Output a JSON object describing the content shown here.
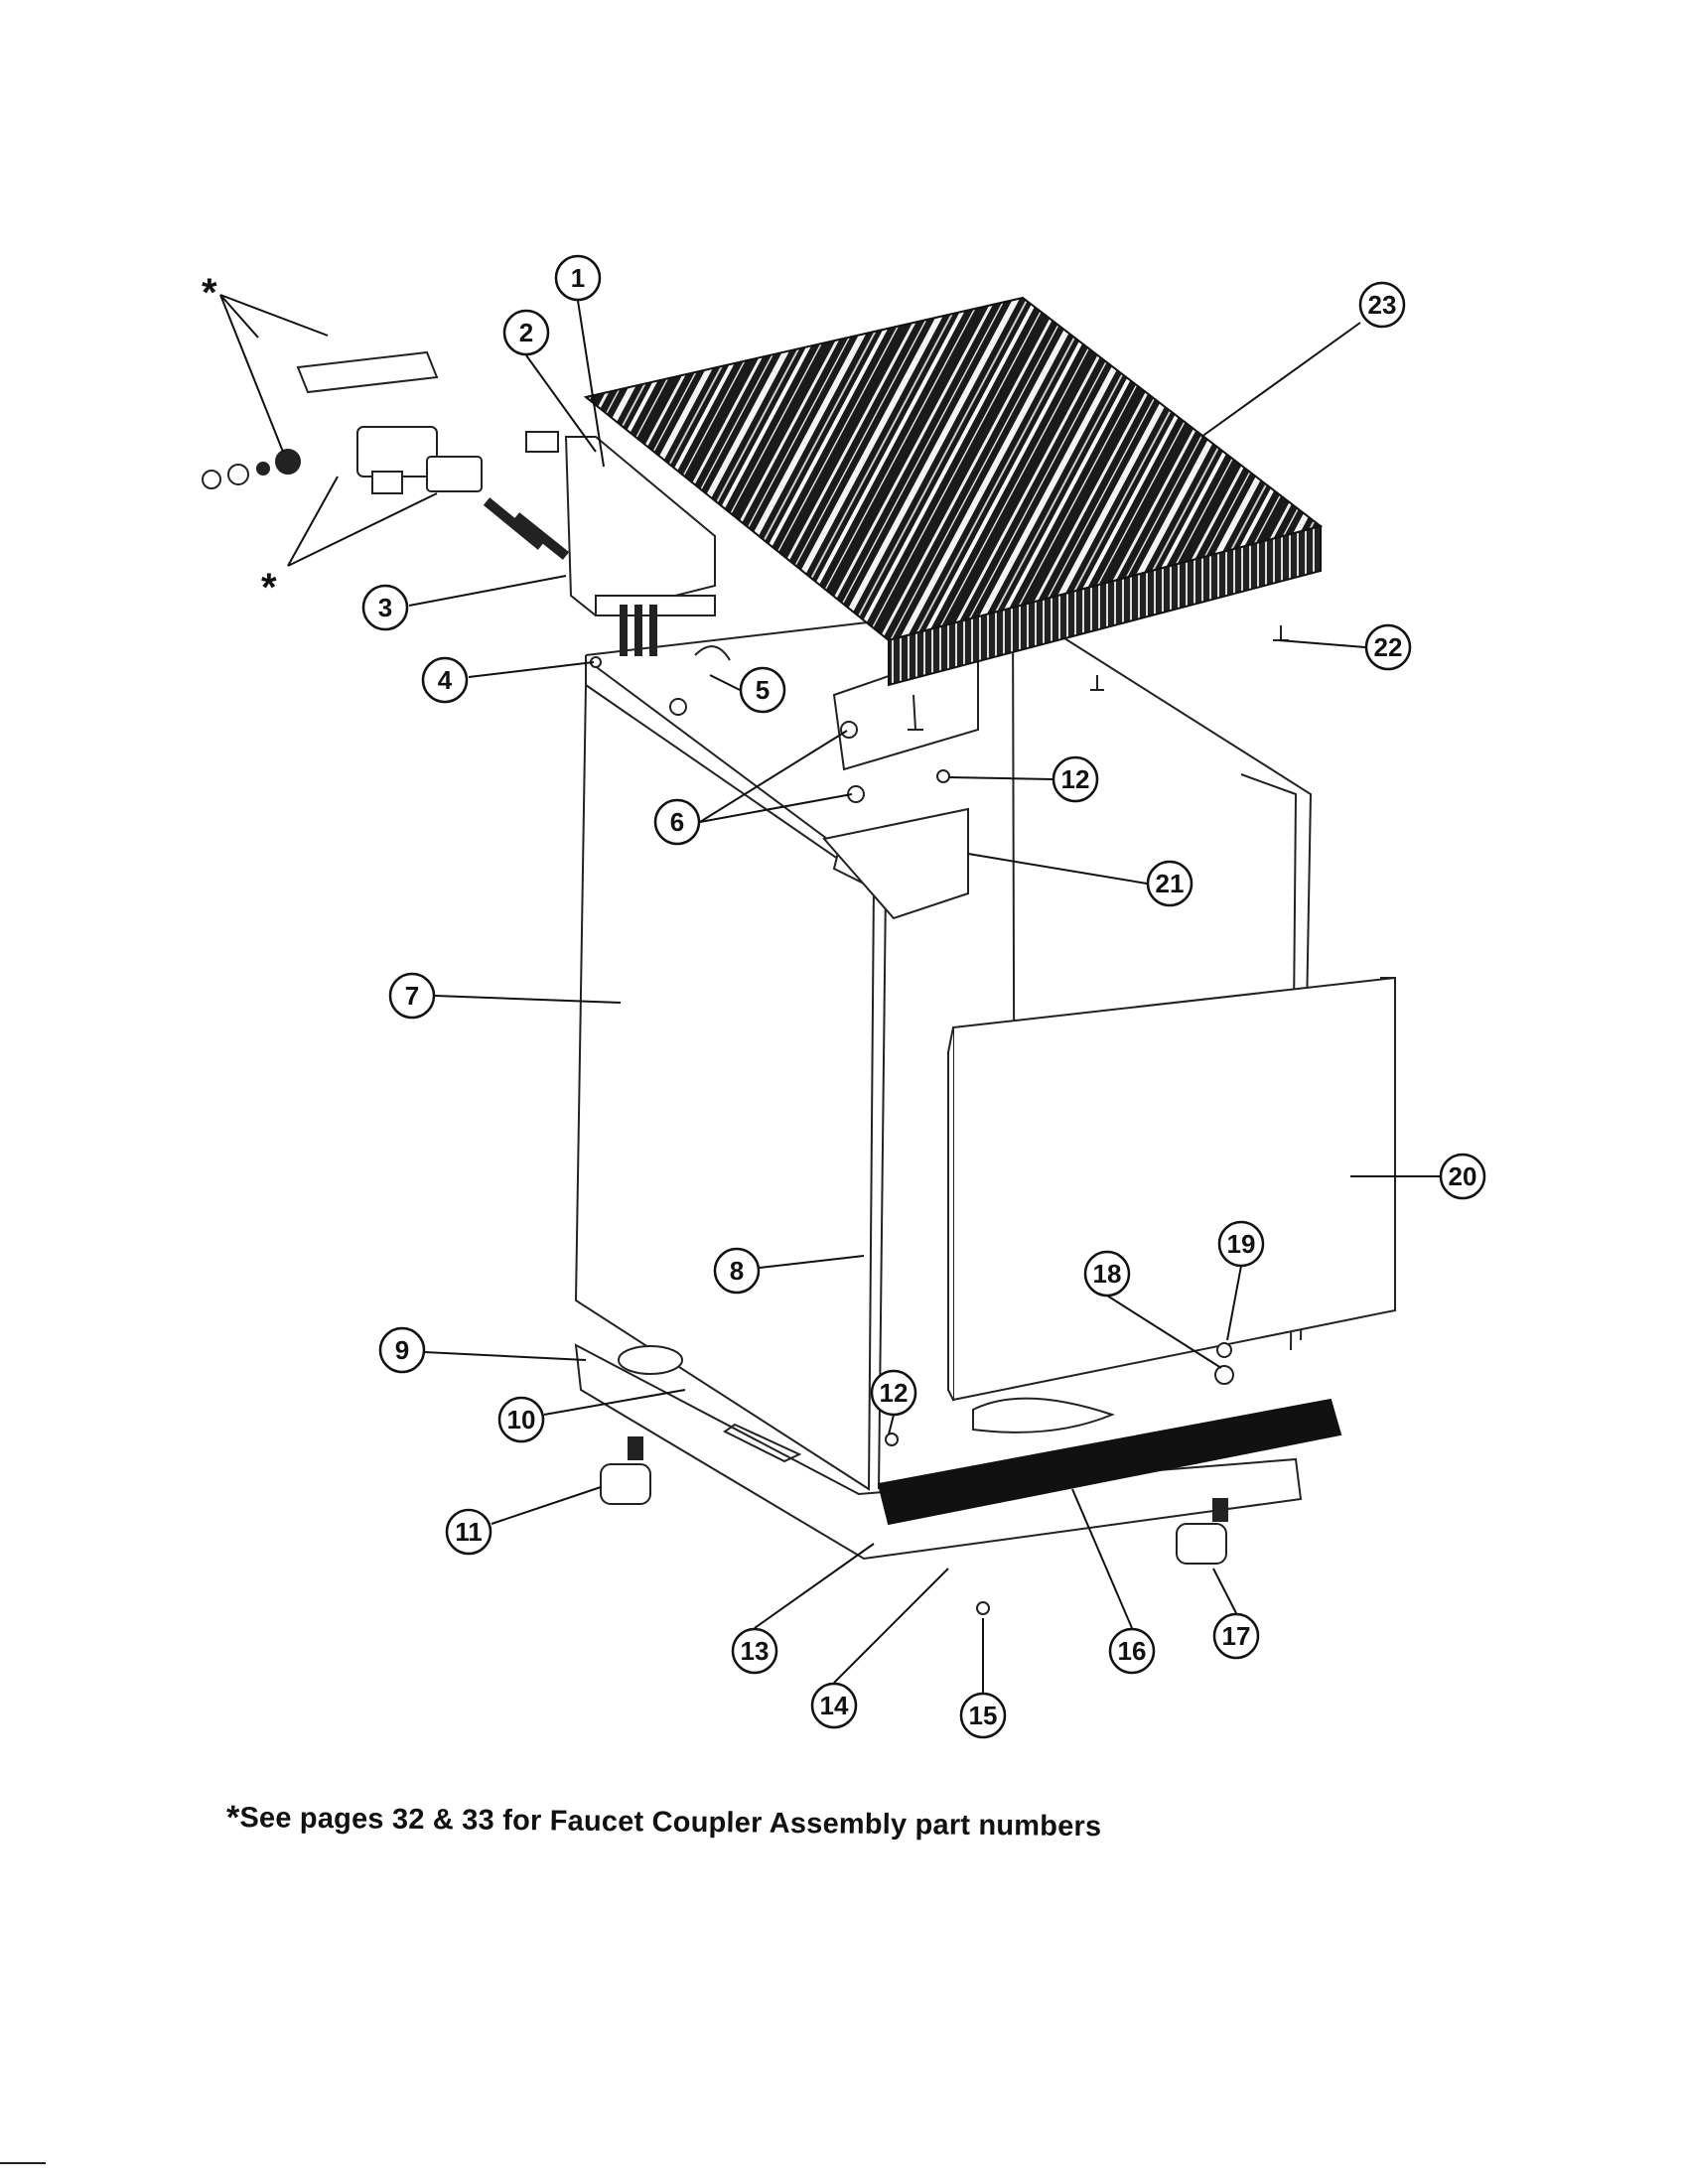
{
  "page": {
    "footnote_marker": "*",
    "footnote_text": "See pages 32 & 33 for Faucet Coupler Assembly part numbers"
  },
  "callouts": [
    {
      "id": "c1",
      "label": "1"
    },
    {
      "id": "c2",
      "label": "2"
    },
    {
      "id": "c3",
      "label": "3"
    },
    {
      "id": "c4",
      "label": "4"
    },
    {
      "id": "c5",
      "label": "5"
    },
    {
      "id": "c6",
      "label": "6"
    },
    {
      "id": "c7",
      "label": "7"
    },
    {
      "id": "c8",
      "label": "8"
    },
    {
      "id": "c9",
      "label": "9"
    },
    {
      "id": "c10",
      "label": "10"
    },
    {
      "id": "c11",
      "label": "11"
    },
    {
      "id": "c12a",
      "label": "12"
    },
    {
      "id": "c12b",
      "label": "12"
    },
    {
      "id": "c13",
      "label": "13"
    },
    {
      "id": "c14",
      "label": "14"
    },
    {
      "id": "c15",
      "label": "15"
    },
    {
      "id": "c16",
      "label": "16"
    },
    {
      "id": "c17",
      "label": "17"
    },
    {
      "id": "c18",
      "label": "18"
    },
    {
      "id": "c19",
      "label": "19"
    },
    {
      "id": "c20",
      "label": "20"
    },
    {
      "id": "c21",
      "label": "21"
    },
    {
      "id": "c22",
      "label": "22"
    },
    {
      "id": "c23",
      "label": "23"
    }
  ],
  "asterisk_markers": [
    "*",
    "*"
  ]
}
